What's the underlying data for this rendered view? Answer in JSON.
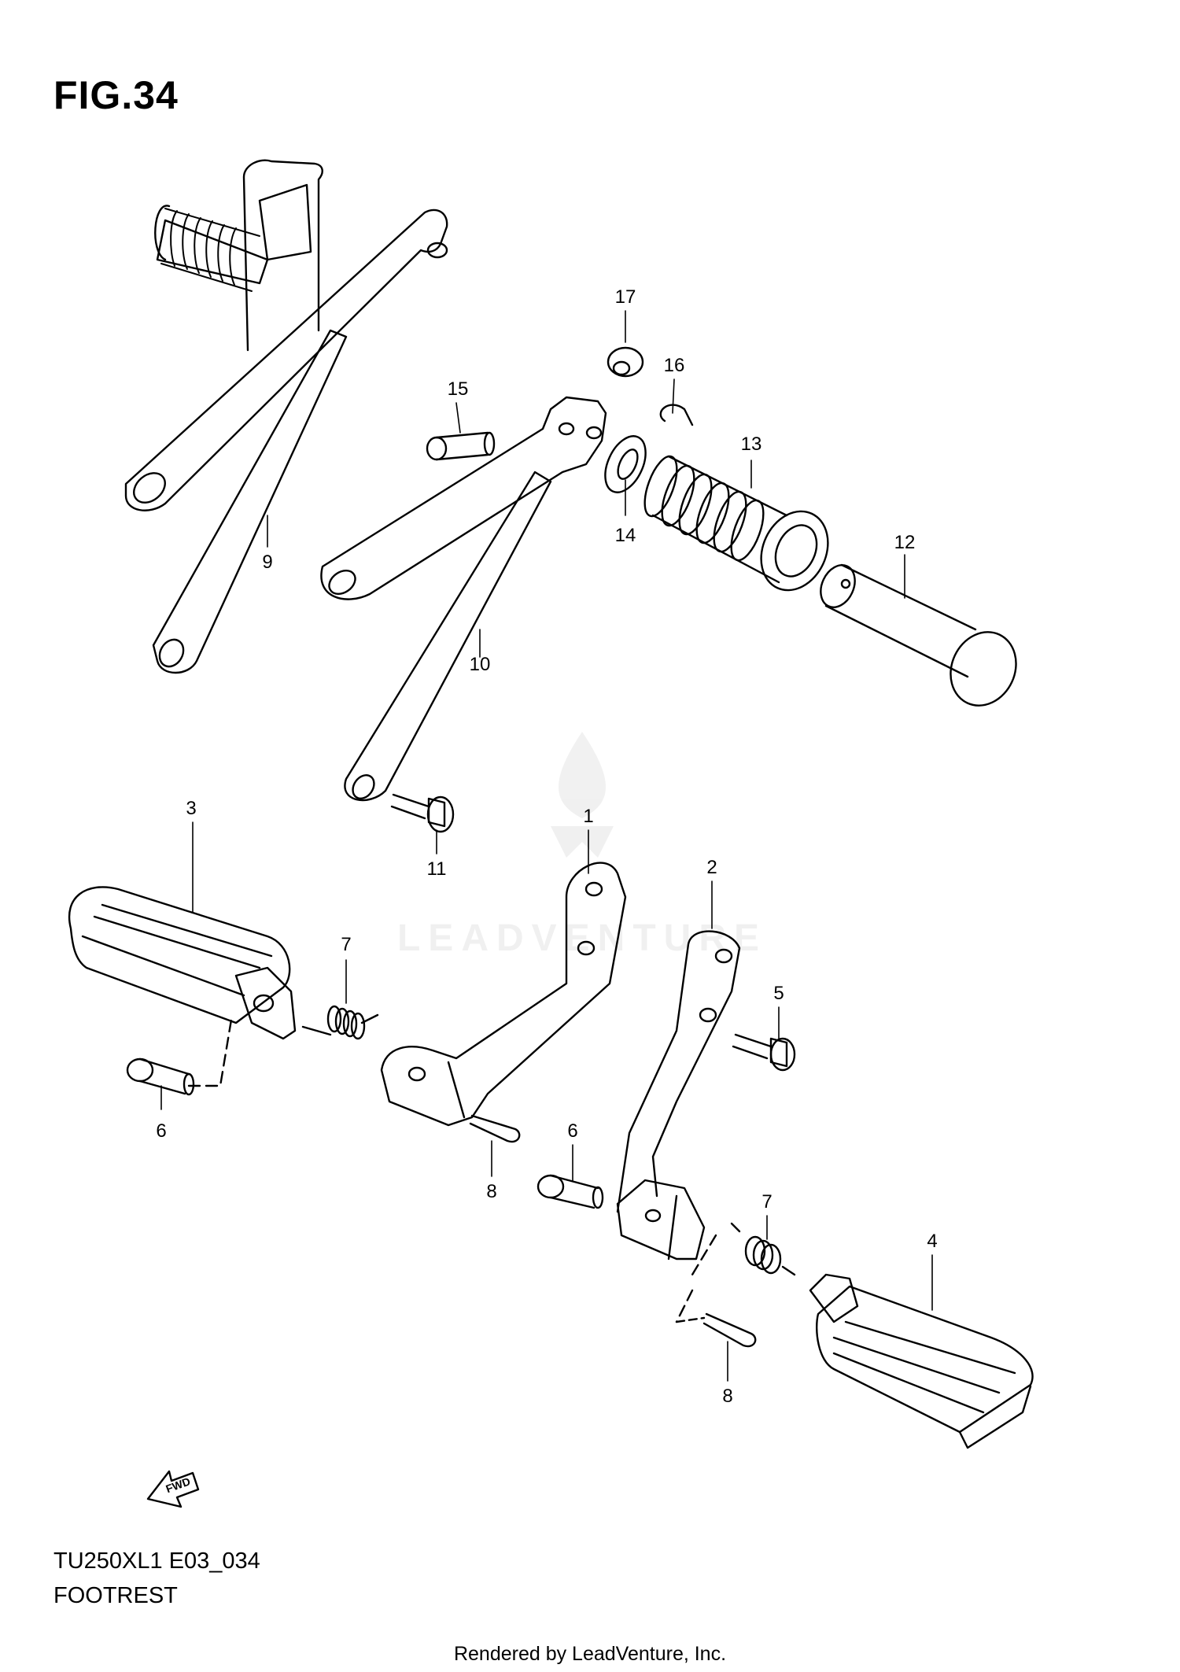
{
  "figure": {
    "title": "FIG.34",
    "code": "TU250XL1 E03_034",
    "name": "FOOTREST",
    "footer": "Rendered by LeadVenture, Inc.",
    "watermark": "LEADVENTURE",
    "fwd_label": "FWD"
  },
  "callouts": [
    {
      "id": "c1",
      "label": "1"
    },
    {
      "id": "c2",
      "label": "2"
    },
    {
      "id": "c3",
      "label": "3"
    },
    {
      "id": "c4",
      "label": "4"
    },
    {
      "id": "c5",
      "label": "5"
    },
    {
      "id": "c6a",
      "label": "6"
    },
    {
      "id": "c6b",
      "label": "6"
    },
    {
      "id": "c7a",
      "label": "7"
    },
    {
      "id": "c7b",
      "label": "7"
    },
    {
      "id": "c8a",
      "label": "8"
    },
    {
      "id": "c8b",
      "label": "8"
    },
    {
      "id": "c9",
      "label": "9"
    },
    {
      "id": "c10",
      "label": "10"
    },
    {
      "id": "c11",
      "label": "11"
    },
    {
      "id": "c12",
      "label": "12"
    },
    {
      "id": "c13",
      "label": "13"
    },
    {
      "id": "c14",
      "label": "14"
    },
    {
      "id": "c15",
      "label": "15"
    },
    {
      "id": "c16",
      "label": "16"
    },
    {
      "id": "c17",
      "label": "17"
    }
  ]
}
